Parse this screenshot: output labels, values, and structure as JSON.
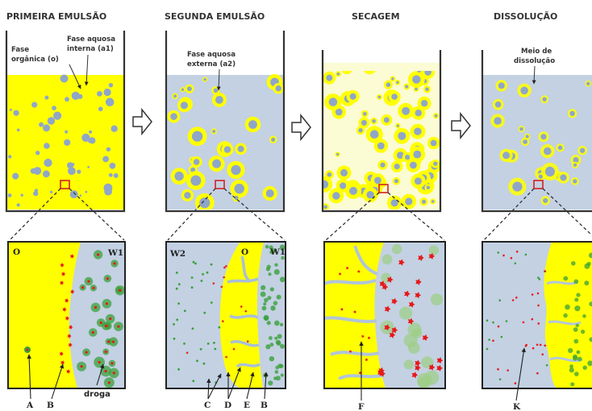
{
  "colors": {
    "oil": "#ffff00",
    "aqueous": "#c3d1e3",
    "drop": "#8fa6c9",
    "drug": "#e61919",
    "green": "#3aa03a",
    "ink": "#333333"
  },
  "stages": [
    {
      "title": "PRIMEIRA EMULSÃO"
    },
    {
      "title": "SEGUNDA EMULSÃO"
    },
    {
      "title": "SECAGEM"
    },
    {
      "title": "DISSOLUÇÃO"
    }
  ],
  "beaker_labels": {
    "fase_organica_1": "Fase",
    "fase_organica_2": "orgânica (o)",
    "fase_aquosa_interna_1": "Fase aquosa",
    "fase_aquosa_interna_2": "interna (a1)",
    "fase_aquosa_externa_1": "Fase aquosa",
    "fase_aquosa_externa_2": "externa (a2)",
    "meio_1": "Meio de",
    "meio_2": "dissolução"
  },
  "zoom_labels": {
    "o1": "O",
    "w1_a": "W1",
    "w2": "W2",
    "o2": "O",
    "w1_b": "W1"
  },
  "letters": {
    "A": "A",
    "B": "B",
    "droga": "droga",
    "C": "C",
    "D": "D",
    "E": "E",
    "B2": "B",
    "F": "F",
    "K": "K"
  }
}
